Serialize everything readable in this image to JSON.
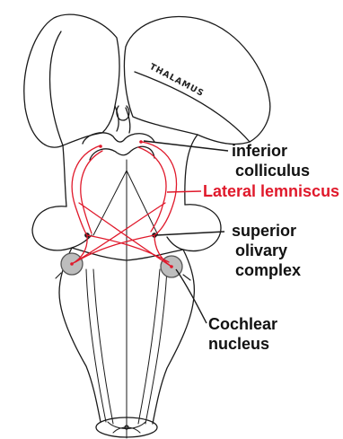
{
  "labels": {
    "thalamus": "THALAMUS",
    "inferior_colliculus_line1": "inferior",
    "inferior_colliculus_line2": "colliculus",
    "lateral_lemniscus": "Lateral lemniscus",
    "superior_olivary_line1": "superior",
    "superior_olivary_line2": "olivary",
    "superior_olivary_line3": "complex",
    "cochlear_line1": "Cochlear",
    "cochlear_line2": "nucleus"
  },
  "colors": {
    "pathway": "#e0192b",
    "outline": "#1a1a1a",
    "nucleus_fill": "#bdbdbd",
    "background": "#ffffff"
  }
}
